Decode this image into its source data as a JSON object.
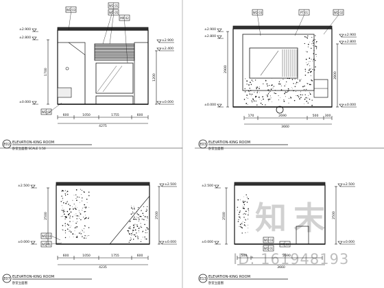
{
  "panels": [
    {
      "id": "E02",
      "title": "ELEVATION-KING ROOM",
      "subtitle": "卧室立面图",
      "scale": "SCALE 1:50",
      "heights": [
        "±2.900",
        "±2.800",
        "±0.000"
      ],
      "heights_right": [
        "±2.900",
        "±2.400",
        "±0.000"
      ],
      "vert_dims": [
        "1700",
        "1200"
      ],
      "horiz_dims": [
        "600",
        "1050",
        "1755",
        "600"
      ],
      "total_dim": "4275",
      "tags": [
        "WD 03",
        "WD 01",
        "WD 05",
        "MR 02",
        "WD 02"
      ]
    },
    {
      "id": "E03",
      "title": "ELEVATION-KING ROOM",
      "subtitle": "卧室立面图",
      "scale": "",
      "heights": [
        "±2.900",
        "±2.800",
        "±0.000"
      ],
      "heights_right": [
        "±2.900",
        "±2.800",
        "±0.000"
      ],
      "vert_dims": [
        "2900",
        "2800"
      ],
      "horiz_dims": [
        "170",
        "2690",
        "500",
        "300"
      ],
      "total_dim": "3660",
      "tags": [
        "WD 03",
        "PT 01",
        "WD 02"
      ]
    },
    {
      "id": "E07",
      "title": "ELEVATION-KING ROOM",
      "subtitle": "卧室立面图",
      "scale": "",
      "heights": [
        "±2.500",
        "±0.000"
      ],
      "heights_right": [
        "±2.500",
        "±0.000"
      ],
      "vert_dims": [
        "2500",
        "2500"
      ],
      "horiz_dims": [
        "600",
        "1050",
        "1755",
        "600"
      ],
      "total_dim": "4235",
      "tags": [
        "WD 03",
        "WD 01"
      ]
    },
    {
      "id": "E13",
      "title": "ELEVATION-KING ROOM",
      "subtitle": "卧室立面图",
      "scale": "",
      "heights": [
        "±2.500",
        "±0.000"
      ],
      "heights_right": [
        "±2.500",
        "±0.000"
      ],
      "vert_dims": [
        "2500",
        "2500"
      ],
      "horiz_dims": [
        "500",
        "2690"
      ],
      "total_dim": "3660",
      "tags": [
        "WD 03",
        "WD 01",
        "MR 02"
      ]
    }
  ],
  "watermark": {
    "logo": "知末",
    "id_text": "ID: 161948193"
  }
}
